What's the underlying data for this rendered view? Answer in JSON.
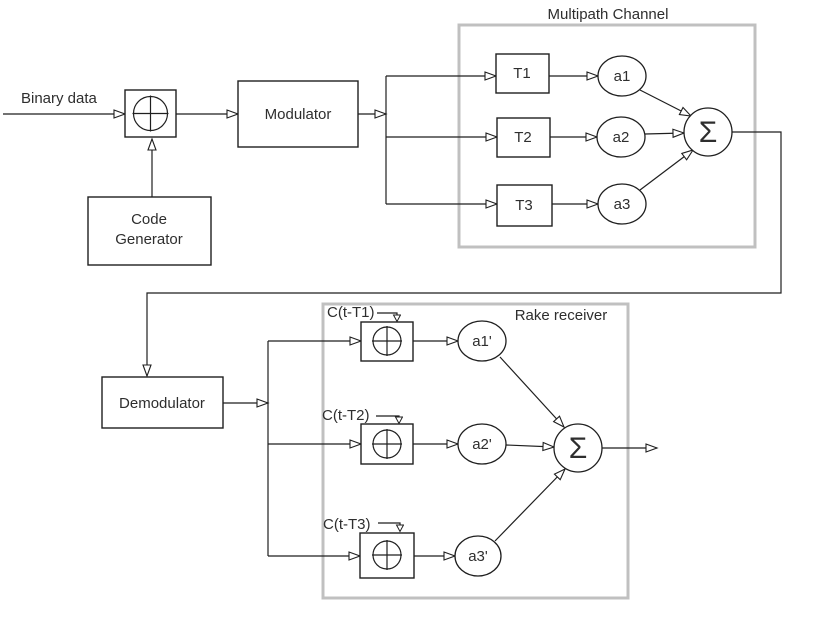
{
  "colors": {
    "background": "#ffffff",
    "line": "#1f1f1f",
    "group_border": "#c0c0c0",
    "group_title": "#a6a6a6",
    "text": "#2e2e2e"
  },
  "source": {
    "input_label": "Binary data",
    "code_generator_line1": "Code",
    "code_generator_line2": "Generator",
    "modulator_label": "Modulator"
  },
  "multipath_channel": {
    "title": "Multipath Channel",
    "delay_blocks": [
      "T1",
      "T2",
      "T3"
    ],
    "gain_nodes": [
      "a1",
      "a2",
      "a3"
    ],
    "summer_symbol": "Σ"
  },
  "receiver": {
    "demodulator_label": "Demodulator",
    "rake": {
      "title": "Rake receiver",
      "code_labels": [
        "C(t-T1)",
        "C(t-T2)",
        "C(t-T3)"
      ],
      "gain_nodes": [
        "a1'",
        "a2'",
        "a3'"
      ],
      "summer_symbol": "Σ"
    }
  }
}
